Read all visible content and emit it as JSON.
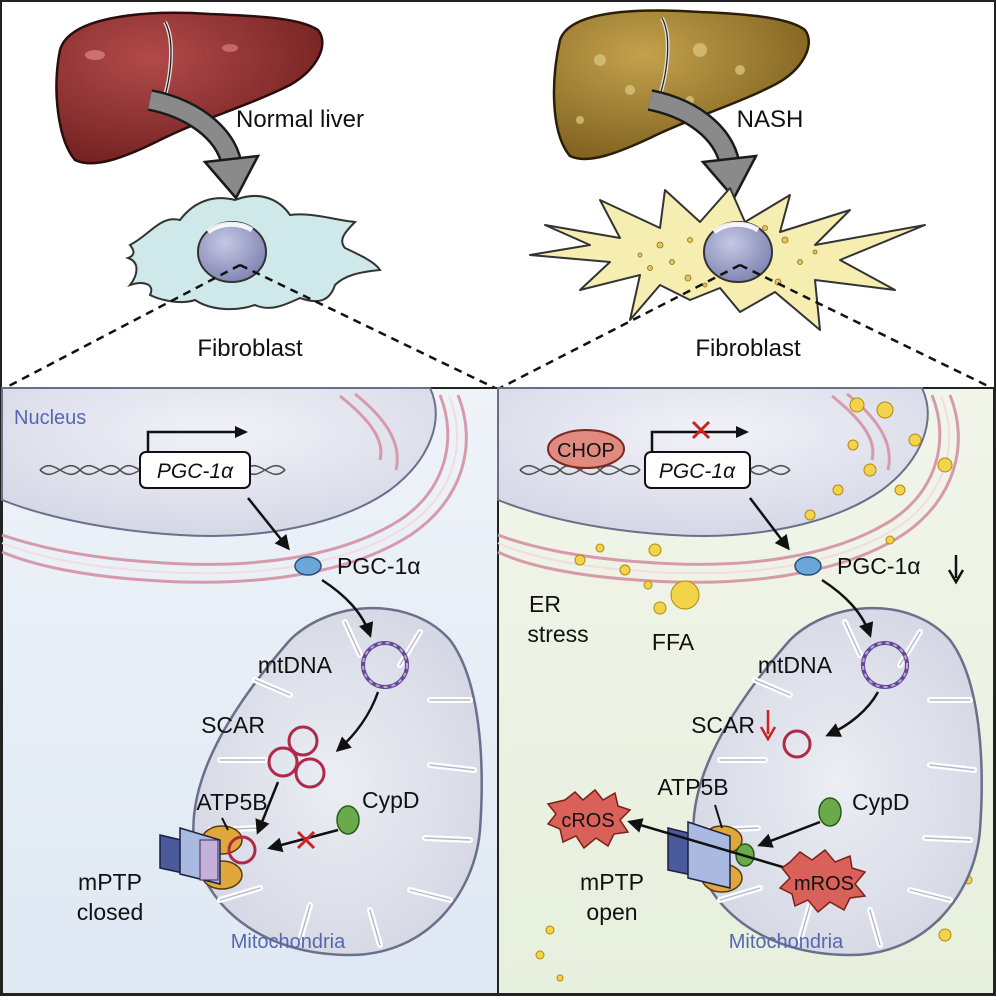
{
  "top": {
    "left_label": "Normal liver",
    "right_label": "NASH",
    "left_cell_label": "Fibroblast",
    "right_cell_label": "Fibroblast"
  },
  "left_panel": {
    "nucleus": "Nucleus",
    "gene": "PGC-1α",
    "protein": "PGC-1α",
    "mtdna": "mtDNA",
    "scar": "SCAR",
    "atp5b": "ATP5B",
    "cypd": "CypD",
    "mptp_line1": "mPTP",
    "mptp_line2": "closed",
    "mito": "Mitochondria"
  },
  "right_panel": {
    "chop": "CHOP",
    "gene": "PGC-1α",
    "protein": "PGC-1α",
    "er_line1": "ER",
    "er_line2": "stress",
    "ffa": "FFA",
    "mtdna": "mtDNA",
    "scar": "SCAR",
    "atp5b": "ATP5B",
    "cypd": "CypD",
    "cros": "cROS",
    "mros": "mROS",
    "mptp_line1": "mPTP",
    "mptp_line2": "open",
    "mito": "Mitochondria"
  },
  "colors": {
    "liver_normal": "#8c2a2a",
    "liver_nash": "#9a7a2c",
    "cell_normal": "#cfe9ea",
    "cell_nash": "#f6edb0",
    "panel_left_bg": "#e6eef6",
    "panel_right_bg": "#eef3e4",
    "label_blue": "#5468b0",
    "mito_fill": "#dcdde8",
    "ring_red": "#b0284a",
    "cross_red": "#cc2222",
    "ros_fill": "#d9615a"
  }
}
